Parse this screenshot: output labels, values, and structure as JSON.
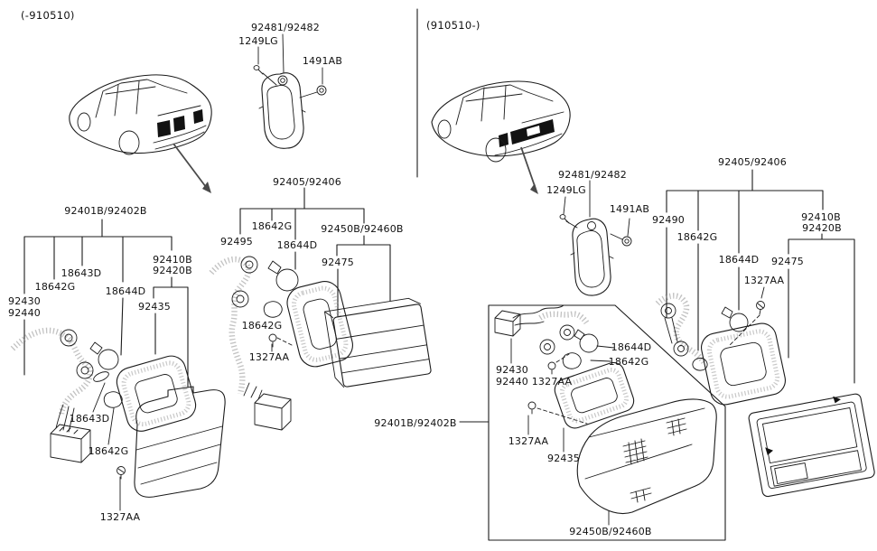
{
  "sections": {
    "left": {
      "header": "(-910510)"
    },
    "right": {
      "header": "(910510-)"
    }
  },
  "part_labels": {
    "escutcheon": "92481/92482",
    "screw_1249lg": "1249LG",
    "nut_1491ab": "1491AB",
    "assy_outer": "92401B/92402B",
    "assy_inner": "92405/92406",
    "holder_92430": "92430",
    "holder_92440": "92440",
    "holder_92490": "92490",
    "holder_92495": "92495",
    "bulb_18642g": "18642G",
    "bulb_18643d": "18643D",
    "bulb_18644d": "18644D",
    "gasket_92435": "92435",
    "gasket_92475": "92475",
    "lens_92410b": "92410B",
    "lens_92420b": "92420B",
    "lens_92450b": "92450B/92460B",
    "screw_1327aa": "1327AA"
  },
  "colors": {
    "line": "#1b1b1b",
    "background": "#ffffff",
    "arrow": "#4a4a4a",
    "lamp_fill": "#121212"
  }
}
